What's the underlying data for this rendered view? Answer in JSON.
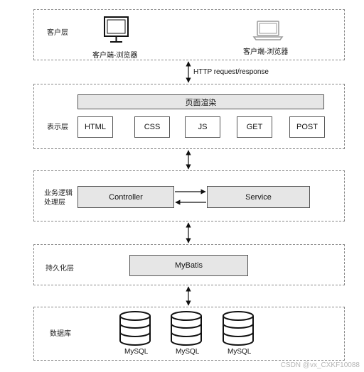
{
  "client_layer": {
    "label": "客户层",
    "desktop_caption": "客户端-浏览器",
    "laptop_caption": "客户端-浏览器"
  },
  "http_label": "HTTP request/response",
  "presentation_layer": {
    "label": "表示层",
    "render_box": "页面渲染",
    "items": [
      "HTML",
      "CSS",
      "JS",
      "GET",
      "POST"
    ]
  },
  "business_layer": {
    "label_line1": "业务逻辑",
    "label_line2": "处理层",
    "controller": "Controller",
    "service": "Service"
  },
  "persistence_layer": {
    "label": "持久化层",
    "mybatis": "MyBatis"
  },
  "database_layer": {
    "label": "数据库",
    "databases": [
      "MySQL",
      "MySQL",
      "MySQL"
    ]
  },
  "watermark": "CSDN @vx_CXKF10088"
}
